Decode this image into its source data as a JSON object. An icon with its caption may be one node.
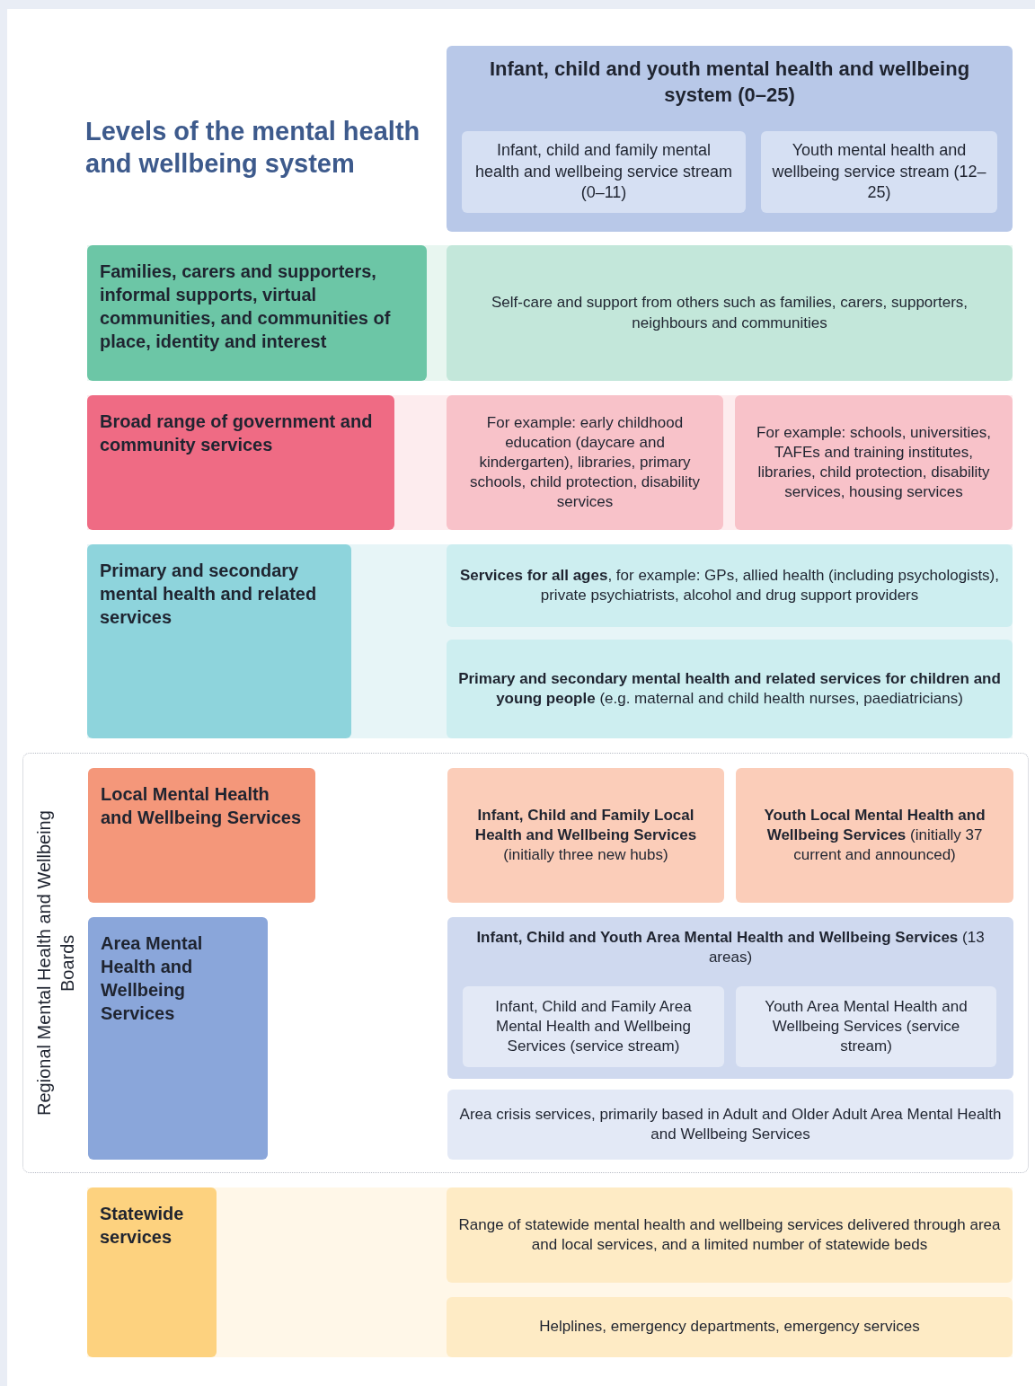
{
  "diagram": {
    "title": "Levels of the mental health and wellbeing system",
    "nodes": [
      {
        "text": [
          "Infant, child and youth mental health and wellbeing system (0–25)"
        ]
      },
      {
        "text": [
          "Infant, child and family mental health and wellbeing service stream (0–11)"
        ],
        "in": 0
      },
      {
        "text": [
          "Youth mental health and wellbeing service stream (12–25)"
        ],
        "in": 0
      },
      {
        "text": [
          "Families, carers and supporters, informal supports, virtual communities, and communities of place, identity and interest"
        ]
      },
      {
        "text": [
          "Self-care and support from others such as families, carers, supporters, neighbours and communities"
        ]
      },
      {
        "text": [
          "Broad range of government and community services"
        ]
      },
      {
        "text": [
          "For example: early childhood education (daycare and kindergarten), libraries, primary schools, child protection, disability services"
        ]
      },
      {
        "text": [
          "For example: schools, universities, TAFEs and training institutes, libraries, child protection, disability services, housing services"
        ]
      },
      {
        "text": [
          "Primary and secondary mental health and related services"
        ]
      },
      {
        "text": [
          "**Services for all ages**, for example: GPs, allied health (including psychologists), private psychiatrists, alcohol and drug support providers"
        ]
      },
      {
        "text": [
          "**Primary and secondary mental health and related services for children and young people** (e.g. maternal and child health nurses, paediatricians)"
        ]
      },
      {
        "text": [
          "Regional Mental Health and Wellbeing Boards"
        ]
      },
      {
        "text": [
          "Local Mental Health and Wellbeing Services"
        ],
        "in": 11
      },
      {
        "text": [
          "**Infant, Child and Family Local Health and Wellbeing Services** (initially three new hubs)"
        ],
        "in": 11
      },
      {
        "text": [
          "**Youth Local Mental Health and Wellbeing Services** (initially 37 current and announced)"
        ],
        "in": 11
      },
      {
        "text": [
          "Area Mental Health and Wellbeing Services"
        ],
        "in": 11
      },
      {
        "text": [
          "**Infant, Child and Youth Area Mental Health and Wellbeing Services** (13 areas)"
        ],
        "in": 11
      },
      {
        "text": [
          "Infant, Child and Family Area Mental Health and Wellbeing Services (service stream)"
        ],
        "in": 16
      },
      {
        "text": [
          "Youth Area Mental Health and Wellbeing Services (service stream)"
        ],
        "in": 16
      },
      {
        "text": [
          "Area crisis services, primarily based in Adult and Older Adult Area Mental Health and Wellbeing Services"
        ],
        "in": 11
      },
      {
        "text": [
          "Statewide services"
        ]
      },
      {
        "text": [
          "Range of statewide mental health and wellbeing services delivered through area and local services, and a limited number of statewide beds"
        ]
      },
      {
        "text": [
          "Helplines, emergency departments, emergency services"
        ]
      }
    ]
  }
}
